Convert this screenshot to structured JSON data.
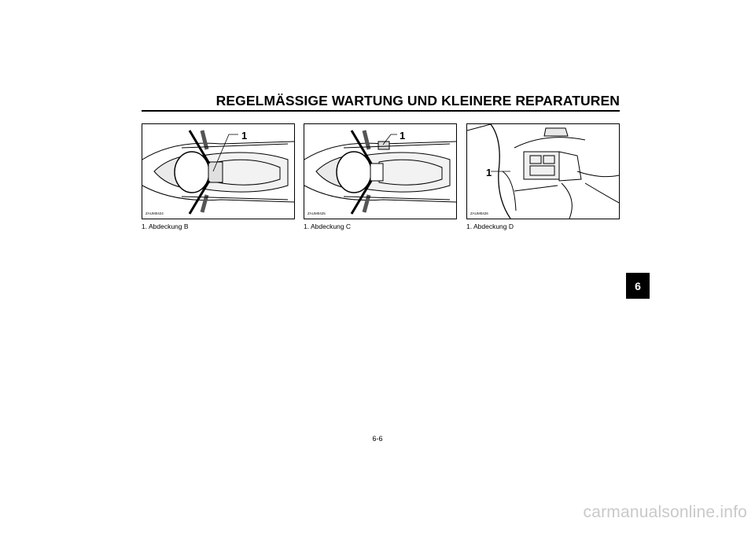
{
  "header": {
    "title": "REGELMÄSSIGE WARTUNG UND KLEINERE REPARATUREN"
  },
  "figures": [
    {
      "callout": "1",
      "code": "ZAUM0424",
      "caption": "1.  Abdeckung B"
    },
    {
      "callout": "1",
      "code": "ZAUM0425",
      "caption": "1.  Abdeckung C"
    },
    {
      "callout": "1",
      "code": "ZAUM0426",
      "caption": "1.  Abdeckung D"
    }
  ],
  "chapter_tab": "6",
  "page_number": "6-6",
  "watermark": "carmanualsonline.info"
}
